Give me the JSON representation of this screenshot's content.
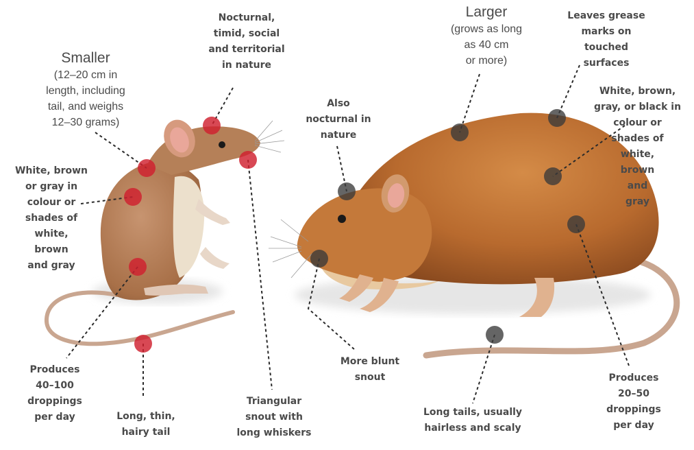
{
  "mouse": {
    "title": "Smaller",
    "subtitle": "(12–20 cm in\nlength, including\ntail, and weighs\n12–30 grams)",
    "labels": {
      "behaviour": "Nocturnal,\ntimid, social\nand territorial\nin nature",
      "colour": "White, brown\nor gray in\ncolour or\nshades of\nwhite,\nbrown\nand gray",
      "droppings": "Produces\n40–100\ndroppings\nper day",
      "tail": "Long, thin,\nhairy tail",
      "snout": "Triangular\nsnout with\nlong whiskers"
    },
    "marker_color": "#d0202e"
  },
  "rat": {
    "title": "Larger",
    "subtitle": "(grows as long\nas 40 cm\nor more)",
    "labels": {
      "behaviour": "Also\nnocturnal in\nnature",
      "grease": "Leaves grease\nmarks on\ntouched\nsurfaces",
      "colour": "White, brown,\ngray, or black in\ncolour or\nshades of\nwhite,\nbrown\nand\ngray",
      "snout": "More blunt\nsnout",
      "tail": "Long tails, usually\nhairless and scaly",
      "droppings": "Produces\n20–50\ndroppings\nper day"
    },
    "marker_color": "#3a3a3a"
  },
  "colors": {
    "text": "#4a4a4a",
    "leader_line": "#2a2a2a",
    "mouse_fur": "#b58058",
    "mouse_belly": "#ece0cc",
    "rat_fur": "#c4793a",
    "rat_belly": "#e8c9a0",
    "tail": "#c9a690",
    "ear_inner": "#e9a79a"
  }
}
